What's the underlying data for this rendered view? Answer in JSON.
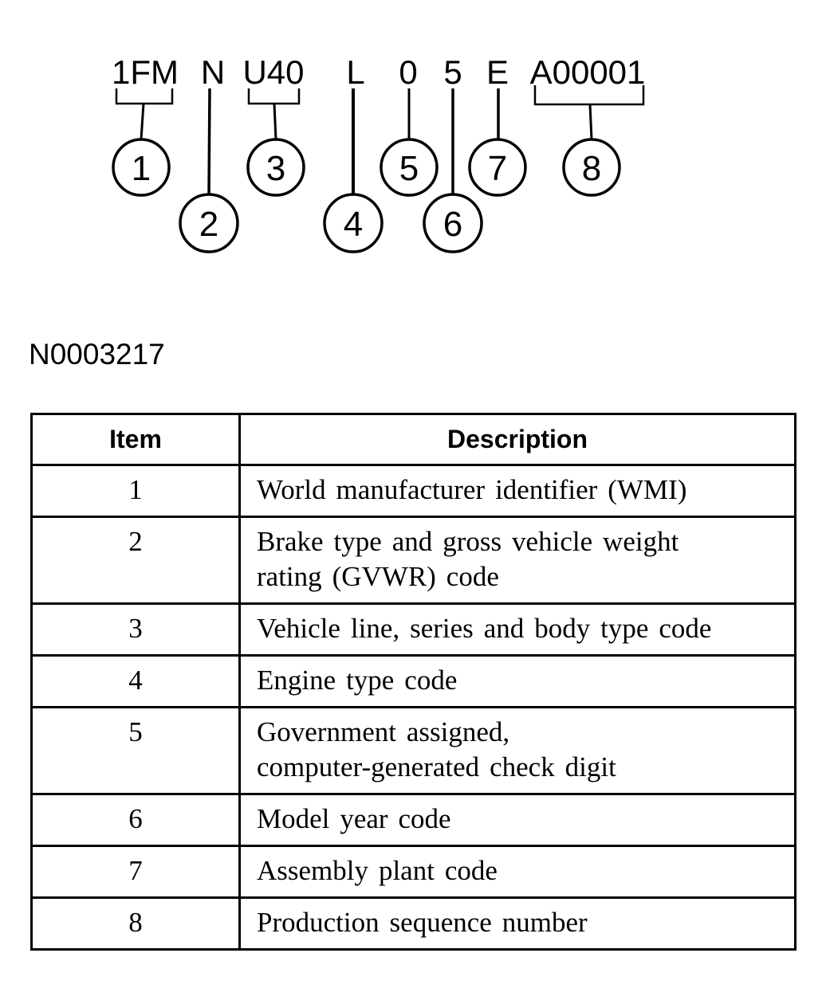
{
  "figure": {
    "code_label": "N0003217",
    "vin_segments": [
      {
        "text": "1FM",
        "item": "1"
      },
      {
        "text": "N",
        "item": "2"
      },
      {
        "text": "U40",
        "item": "3"
      },
      {
        "text": "L",
        "item": "4"
      },
      {
        "text": "0",
        "item": "5"
      },
      {
        "text": "5",
        "item": "6"
      },
      {
        "text": "E",
        "item": "7"
      },
      {
        "text": "A00001",
        "item": "8"
      }
    ]
  },
  "table": {
    "headers": {
      "item": "Item",
      "description": "Description"
    },
    "rows": [
      {
        "item": "1",
        "description": "World manufacturer identifier (WMI)"
      },
      {
        "item": "2",
        "description": [
          "Brake type and gross vehicle weight",
          "rating (GVWR) code"
        ]
      },
      {
        "item": "3",
        "description": "Vehicle line, series and body type code"
      },
      {
        "item": "4",
        "description": "Engine type code"
      },
      {
        "item": "5",
        "description": [
          "Government assigned,",
          "computer-generated check digit"
        ]
      },
      {
        "item": "6",
        "description": "Model year code"
      },
      {
        "item": "7",
        "description": "Assembly plant code"
      },
      {
        "item": "8",
        "description": "Production sequence number"
      }
    ]
  }
}
